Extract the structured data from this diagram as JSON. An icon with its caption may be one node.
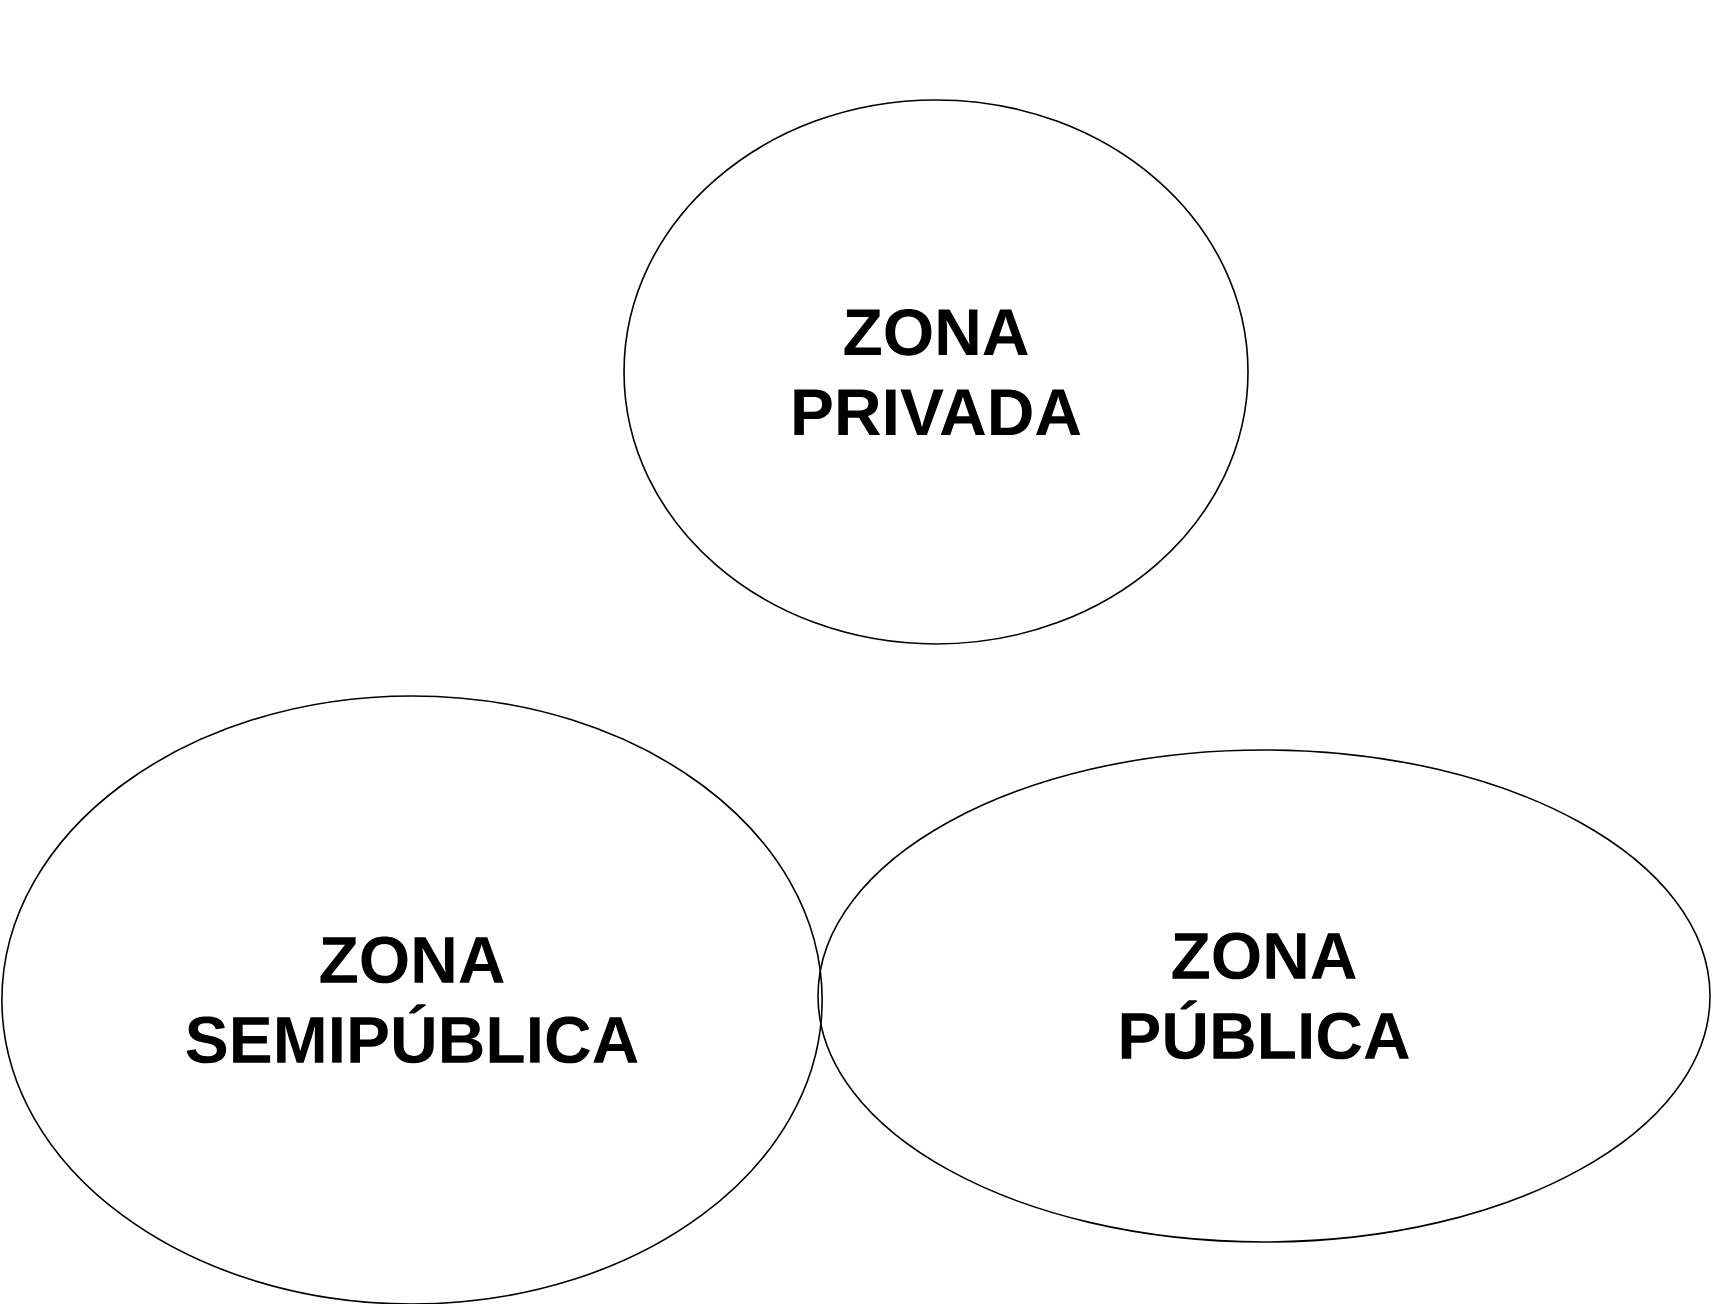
{
  "diagram": {
    "nodes": [
      {
        "text": [
          "ZONA PRIVADA"
        ]
      },
      {
        "text": [
          "ZONA SEMIPÚBLICA"
        ]
      },
      {
        "text": [
          "ZONA PÚBLICA"
        ]
      }
    ]
  }
}
